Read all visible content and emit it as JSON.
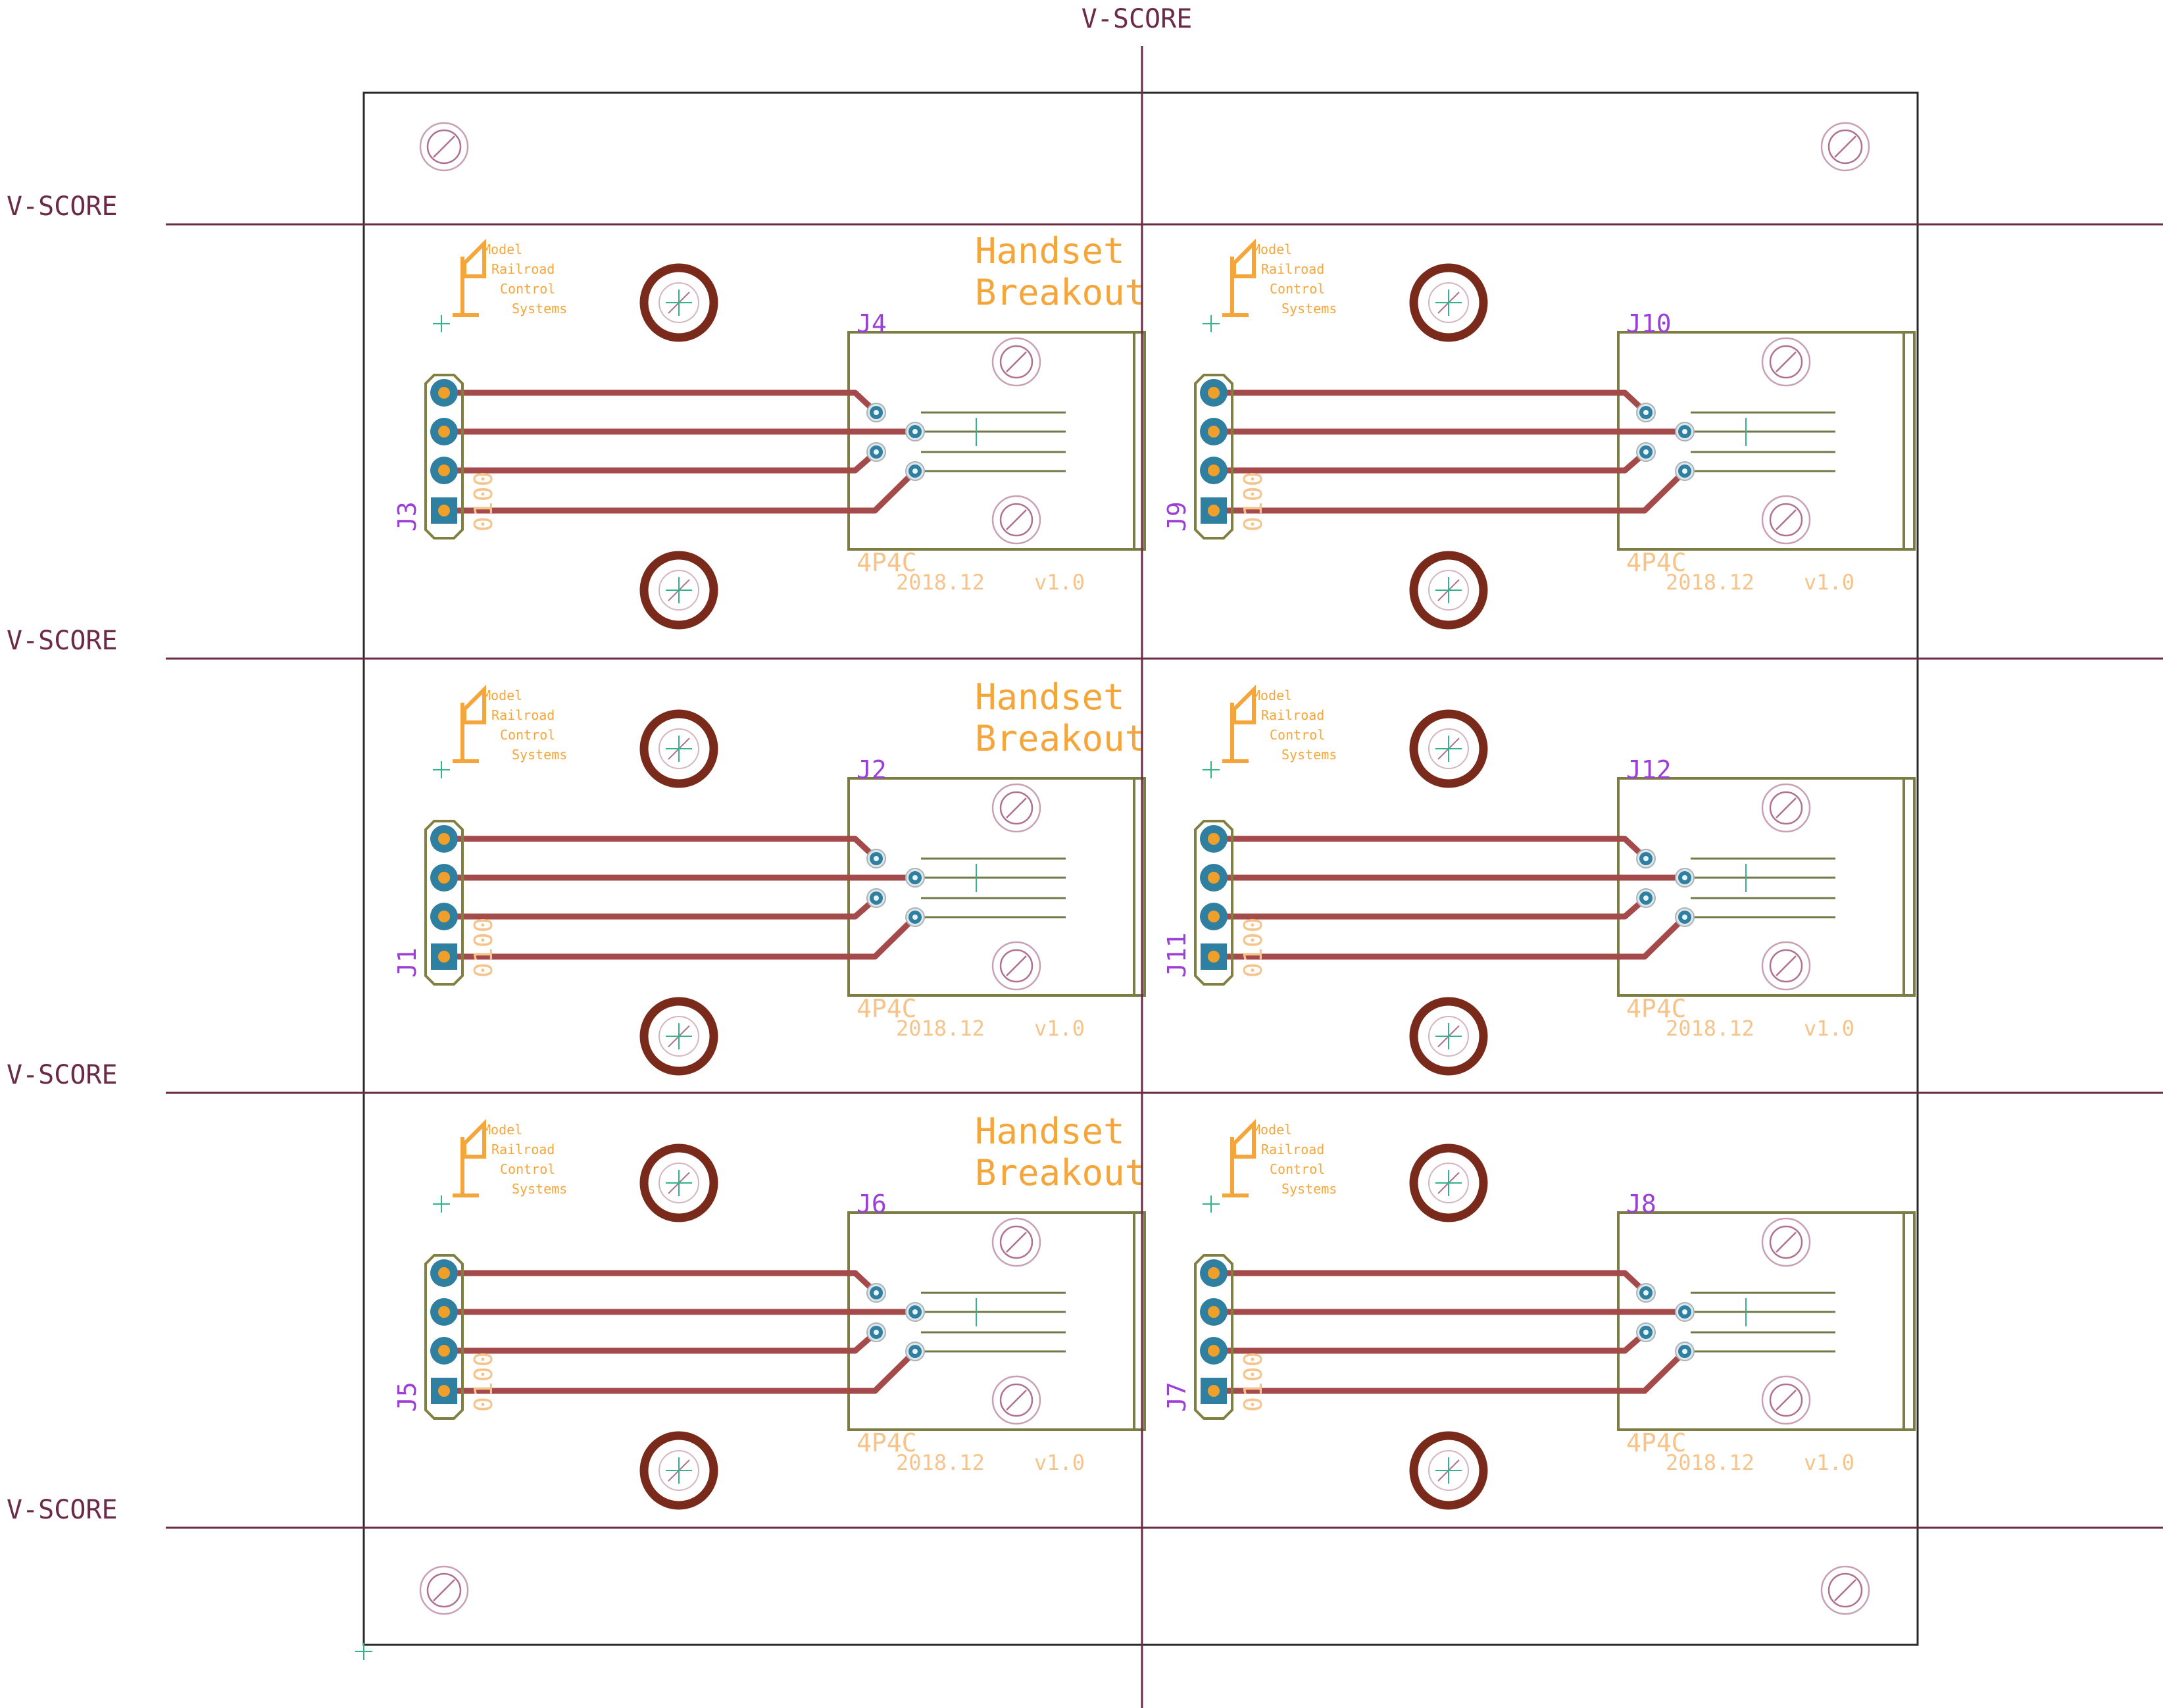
{
  "vscore": {
    "top_label": "V-SCORE",
    "left_labels": [
      "V-SCORE",
      "V-SCORE",
      "V-SCORE",
      "V-SCORE"
    ]
  },
  "colors": {
    "vscore": "#6b2a45",
    "outline": "#2a2a2a",
    "trace": "#a44a4a",
    "pad_ring": "#2f7fa0",
    "pad_drill": "#f0a028",
    "header_outline": "#808040",
    "connector_outline": "#7c7c44",
    "silk": "#f5a63a",
    "silk_light": "#f6c38a",
    "refdes": "#9b3fd6",
    "mount_hole": "#7a2a1a",
    "crosshair": "#33b38a",
    "marker": "#b07090"
  },
  "modules": [
    {
      "id": "top-left",
      "title_line1": "Handset",
      "title_line2": "Breakout",
      "connector_ref": "J4",
      "header_ref": "J3",
      "header_value": "0100",
      "connector_value": "4P4C",
      "date": "2018.12",
      "version": "v1.0",
      "logo_lines": [
        "Model",
        "Railroad",
        "Control",
        "Systems"
      ]
    },
    {
      "id": "top-right",
      "title_line1": "Handset",
      "title_line2": "Breakout",
      "connector_ref": "J10",
      "header_ref": "J9",
      "header_value": "0100",
      "connector_value": "4P4C",
      "date": "2018.12",
      "version": "v1.0",
      "logo_lines": [
        "Model",
        "Railroad",
        "Control",
        "Systems"
      ]
    },
    {
      "id": "middle-left",
      "title_line1": "Handset",
      "title_line2": "Breakout",
      "connector_ref": "J2",
      "header_ref": "J1",
      "header_value": "0100",
      "connector_value": "4P4C",
      "date": "2018.12",
      "version": "v1.0",
      "logo_lines": [
        "Model",
        "Railroad",
        "Control",
        "Systems"
      ]
    },
    {
      "id": "middle-right",
      "title_line1": "Handset",
      "title_line2": "Breakout",
      "connector_ref": "J12",
      "header_ref": "J11",
      "header_value": "0100",
      "connector_value": "4P4C",
      "date": "2018.12",
      "version": "v1.0",
      "logo_lines": [
        "Model",
        "Railroad",
        "Control",
        "Systems"
      ]
    },
    {
      "id": "bottom-left",
      "title_line1": "Handset",
      "title_line2": "Breakout",
      "connector_ref": "J6",
      "header_ref": "J5",
      "header_value": "0100",
      "connector_value": "4P4C",
      "date": "2018.12",
      "version": "v1.0",
      "logo_lines": [
        "Model",
        "Railroad",
        "Control",
        "Systems"
      ]
    },
    {
      "id": "bottom-right",
      "title_line1": "Handset",
      "title_line2": "Breakout",
      "connector_ref": "J8",
      "header_ref": "J7",
      "header_value": "0100",
      "connector_value": "4P4C",
      "date": "2018.12",
      "version": "v1.0",
      "logo_lines": [
        "Model",
        "Railroad",
        "Control",
        "Systems"
      ]
    }
  ]
}
